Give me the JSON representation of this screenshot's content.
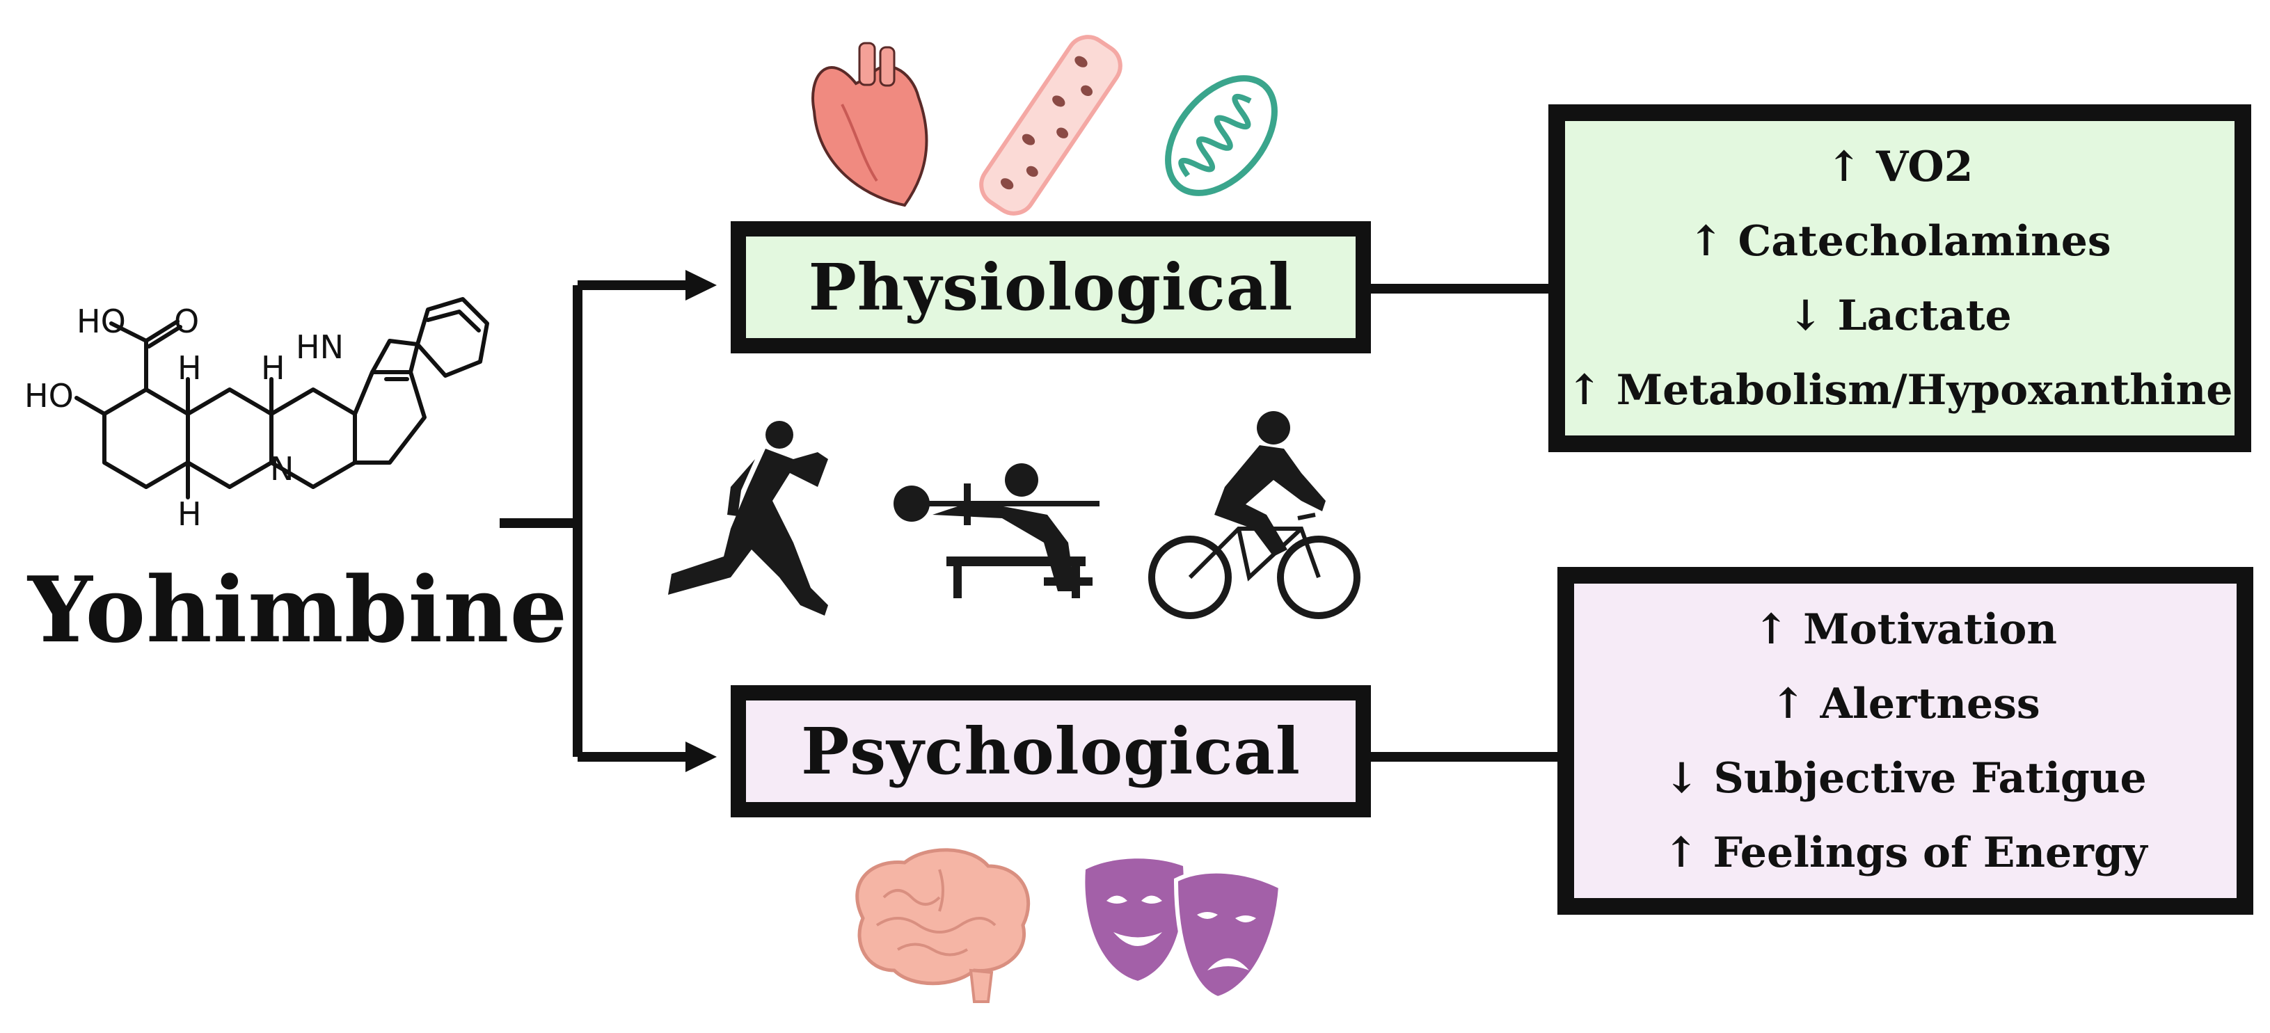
{
  "compound": {
    "name": "Yohimbine",
    "atom_labels": {
      "acid_ho": "HO",
      "acid_o": "O",
      "hydroxyl_ho": "HO",
      "indole_hn": "HN",
      "amine_n": "N",
      "h1": "H",
      "h2": "H",
      "h3": "H"
    }
  },
  "physiological": {
    "label": "Physiological",
    "box_color": "#e3f8df",
    "effects": [
      "↑ VO2",
      "↑ Catecholamines",
      "↓ Lactate",
      "↑ Metabolism/Hypoxanthine"
    ],
    "icons": [
      "heart-icon",
      "blood-vessel-icon",
      "mitochondria-icon"
    ]
  },
  "psychological": {
    "label": "Psychological",
    "box_color": "#f6ebf7",
    "effects": [
      "↑ Motivation",
      "↑ Alertness",
      "↓ Subjective Fatigue",
      "↑ Feelings of Energy"
    ],
    "icons": [
      "brain-icon",
      "theater-masks-icon"
    ]
  },
  "exercise_icons": [
    "runner-icon",
    "bench-press-icon",
    "cyclist-icon"
  ],
  "colors": {
    "heart": "#f08a80",
    "vessel": "#f4b8b5",
    "mitochondria": "#3aa58c",
    "brain": "#f5b5a5",
    "masks": "#a360a8",
    "silhouette": "#1a1a1a"
  }
}
